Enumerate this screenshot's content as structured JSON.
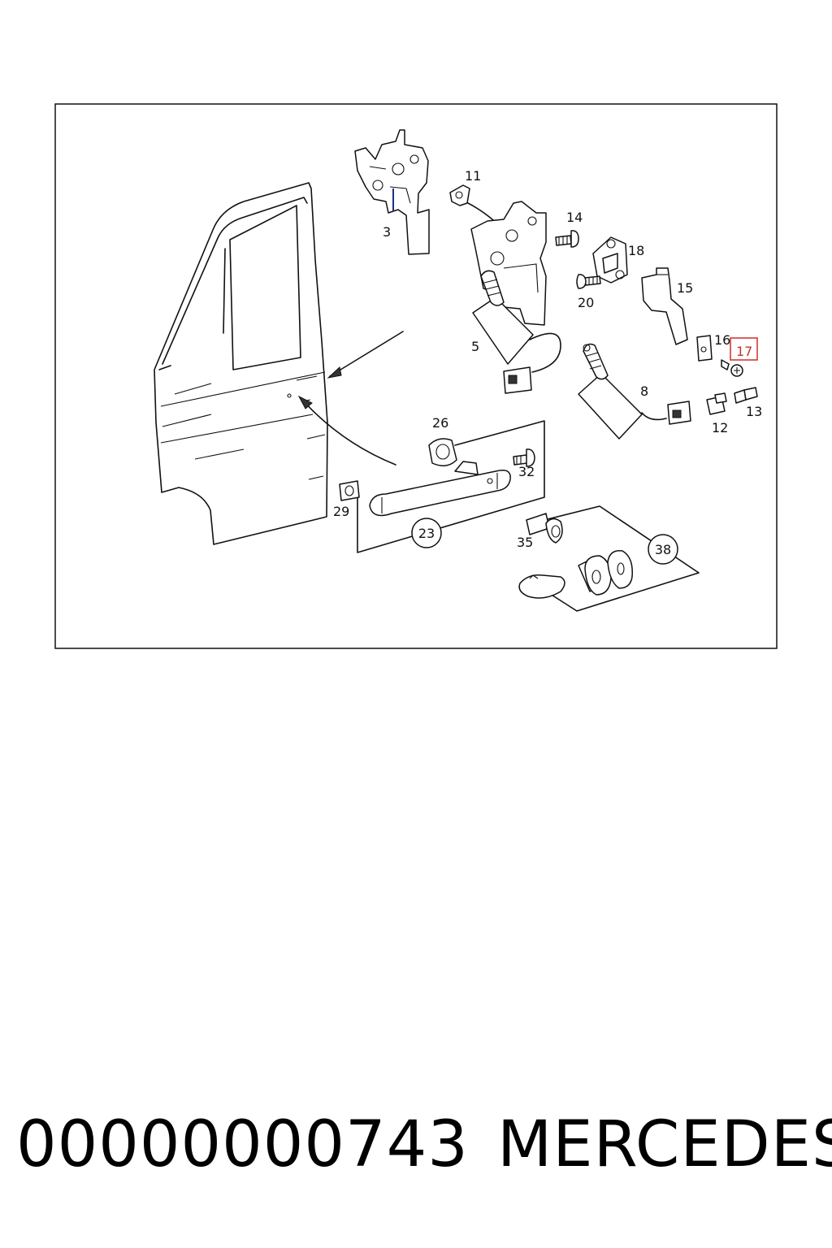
{
  "diagram": {
    "labels": {
      "p3": "3",
      "p5": "5",
      "p8": "8",
      "p11": "11",
      "p12": "12",
      "p13": "13",
      "p14": "14",
      "p15": "15",
      "p16": "16",
      "p17": "17",
      "p18": "18",
      "p20": "20",
      "p23": "23",
      "p26": "26",
      "p29": "29",
      "p32": "32",
      "p35": "35",
      "p38": "38"
    },
    "highlight_color": "#d23a3a"
  },
  "footer": {
    "code": "00000000743",
    "brand": "MERCEDES"
  }
}
